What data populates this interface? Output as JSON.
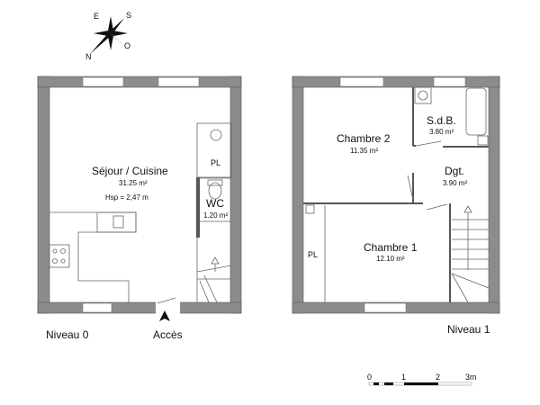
{
  "compass": {
    "north": "N",
    "south": "S",
    "east": "E",
    "west": "O"
  },
  "level0": {
    "title": "Niveau 0",
    "entrance_label": "Accès",
    "rooms": [
      {
        "name": "Séjour / Cuisine",
        "area": "31.25 m²",
        "height": "Hsp =  2,47 m"
      },
      {
        "name": "PL"
      },
      {
        "name": "WC",
        "area": "1.20 m²"
      }
    ]
  },
  "level1": {
    "title": "Niveau 1",
    "rooms": [
      {
        "name": "Chambre 2",
        "area": "11.35 m²"
      },
      {
        "name": "S.d.B.",
        "area": "3.80 m²"
      },
      {
        "name": "Dgt.",
        "area": "3.90 m²"
      },
      {
        "name": "Chambre 1",
        "area": "12.10 m²"
      },
      {
        "name": "PL"
      }
    ]
  },
  "scale": {
    "ticks": [
      "0",
      "1",
      "2",
      "3m"
    ]
  }
}
